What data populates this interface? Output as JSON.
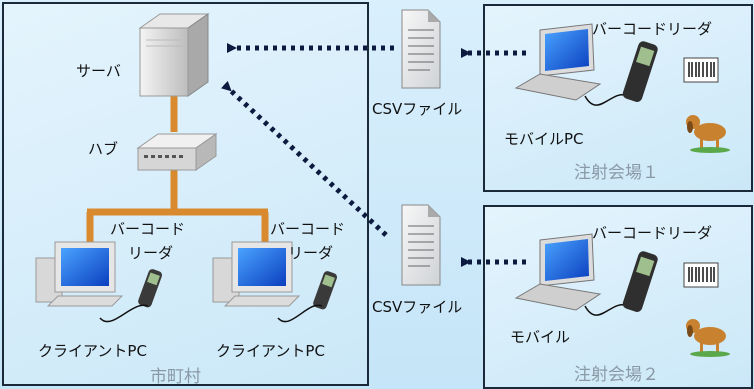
{
  "municipality": {
    "label": "市町村",
    "server_label": "サーバ",
    "hub_label": "ハブ",
    "clients": [
      {
        "pc_label": "クライアントPC",
        "reader_label_1": "バーコード",
        "reader_label_2": "リーダ"
      },
      {
        "pc_label": "クライアントPC",
        "reader_label_1": "バーコード",
        "reader_label_2": "リーダ"
      }
    ]
  },
  "files": [
    {
      "label": "CSVファイル"
    },
    {
      "label": "CSVファイル"
    }
  ],
  "venues": [
    {
      "label": "注射会場１",
      "pc_label": "モバイルPC",
      "reader_label": "バーコードリーダ"
    },
    {
      "label": "注射会場２",
      "pc_label": "モバイル",
      "reader_label": "バーコードリーダ"
    }
  ],
  "colors": {
    "network_cable": "#d98a2e",
    "arrow": "#0b1a3e",
    "panel_border": "#1a2a3a"
  }
}
